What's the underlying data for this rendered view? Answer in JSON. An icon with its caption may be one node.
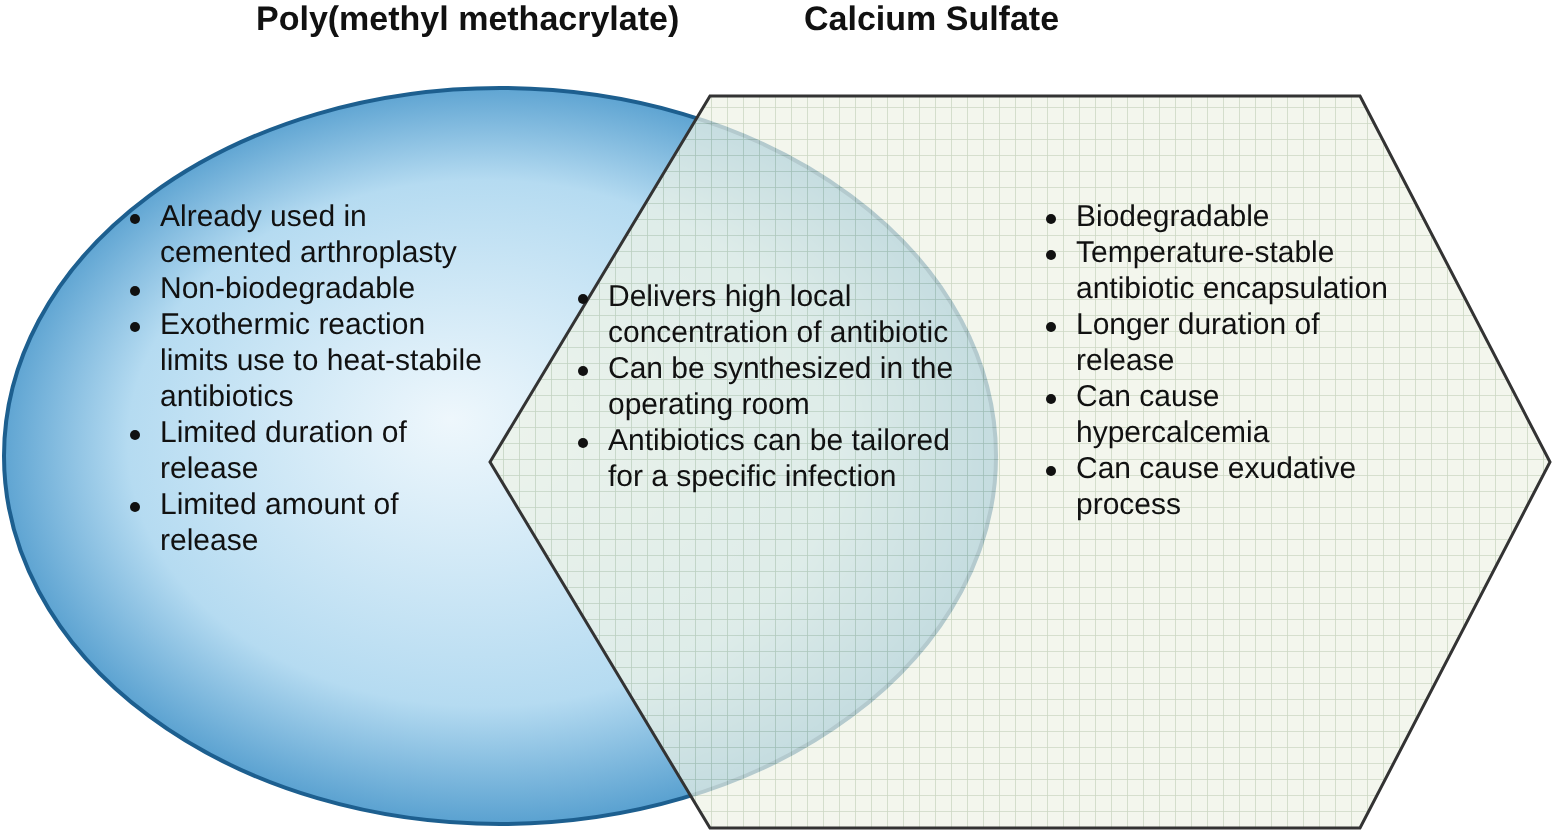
{
  "diagram": {
    "nodes": [
      {
        "text": [
          "Poly(methyl methacrylate)",
          "Already used in cemented arthroplasty",
          "Non-biodegradable",
          "Exothermic reaction limits use to heat-stabile antibiotics",
          "Limited duration of release",
          "Limited amount of release"
        ]
      },
      {
        "text": [
          "Calcium Sulfate",
          "Biodegradable",
          "Temperature-stable antibiotic encapsulation",
          "Longer duration of release",
          "Can cause hypercalcemia",
          "Can cause exudative process"
        ]
      },
      {
        "text": [
          "Delivers high local concentration of antibiotic",
          "Can be synthesized in the operating room",
          "Antibiotics can be tailored for a specific infection"
        ]
      }
    ],
    "edges": []
  }
}
